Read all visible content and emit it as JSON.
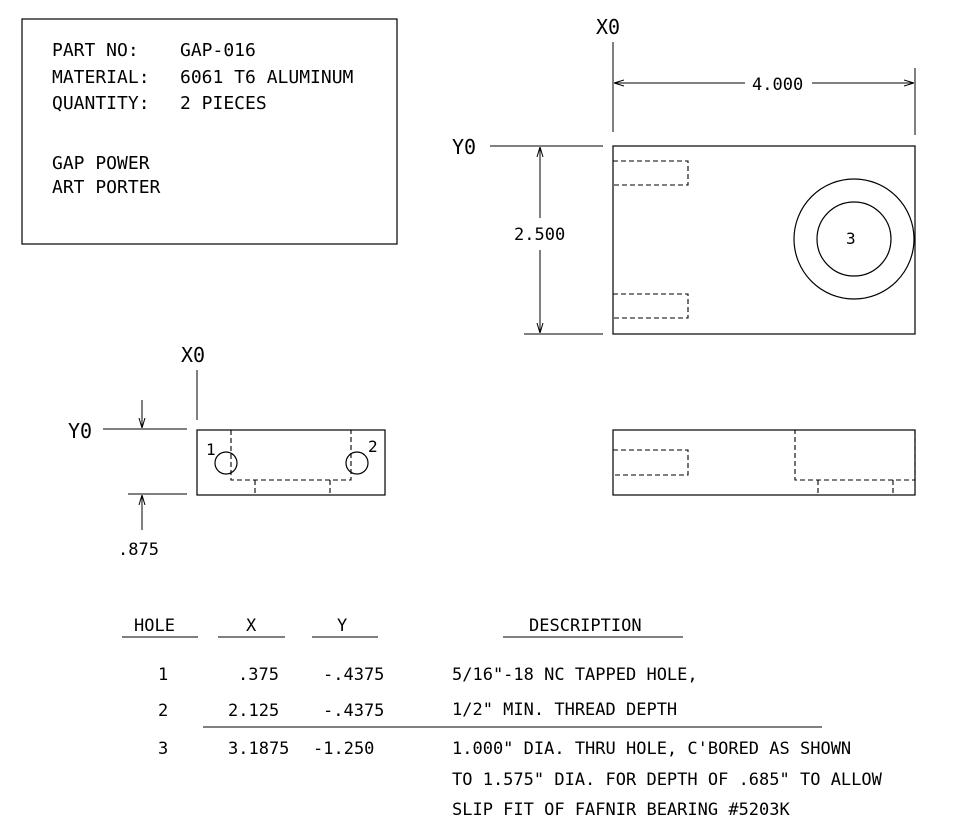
{
  "title_block": {
    "part_no_label": "PART NO:",
    "part_no_value": "GAP-016",
    "material_label": "MATERIAL:",
    "material_value": "6061 T6 ALUMINUM",
    "quantity_label": "QUANTITY:",
    "quantity_value": "2 PIECES",
    "company": "GAP POWER",
    "author": "ART PORTER"
  },
  "top_view": {
    "x_origin": "X0",
    "y_origin": "Y0",
    "width_dim": "4.000",
    "height_dim": "2.500",
    "hole_label": "3"
  },
  "side_view": {
    "x_origin": "X0",
    "y_origin": "Y0",
    "hole1_label": "1",
    "hole2_label": "2",
    "depth_dim": ".875"
  },
  "hole_table": {
    "headers": [
      "HOLE",
      "X",
      "Y",
      "DESCRIPTION"
    ],
    "rows": [
      {
        "hole": "1",
        "x": ".375",
        "y": "-.4375",
        "desc": [
          "5/16\"-18 NC TAPPED HOLE,"
        ]
      },
      {
        "hole": "2",
        "x": "2.125",
        "y": "-.4375",
        "desc": [
          "1/2\" MIN. THREAD DEPTH"
        ]
      },
      {
        "hole": "3",
        "x": "3.1875",
        "y": "-1.250",
        "desc": [
          "1.000\" DIA. THRU HOLE, C'BORED AS SHOWN",
          "TO 1.575\" DIA. FOR DEPTH OF .685\" TO ALLOW",
          "SLIP FIT OF FAFNIR BEARING #5203K"
        ]
      }
    ]
  }
}
